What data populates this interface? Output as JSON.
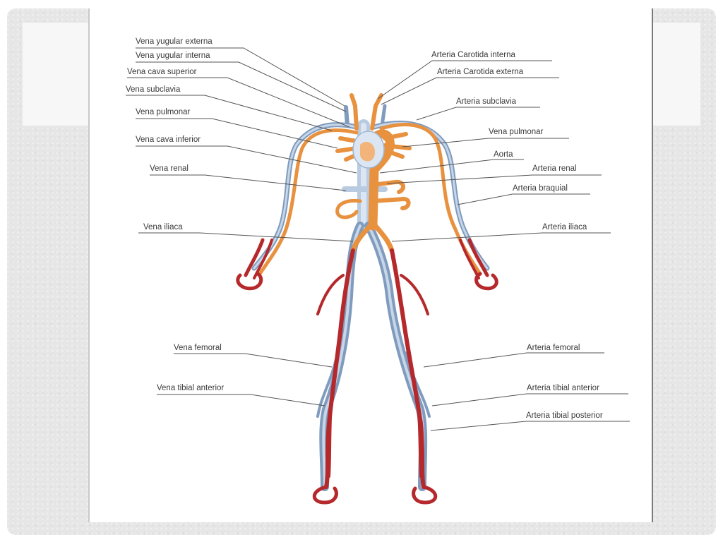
{
  "diagram": {
    "left_labels": [
      "Vena yugular externa",
      "Vena yugular interna",
      "Vena cava superior",
      "Vena subclavia",
      "Vena pulmonar",
      "Vena cava inferior",
      "Vena renal",
      "Vena iliaca",
      "Vena femoral",
      "Vena tibial anterior"
    ],
    "right_labels": [
      "Arteria Carotida interna",
      "Arteria Carotida externa",
      "Arteria subclavia",
      "Vena pulmonar",
      "Aorta",
      "Arteria renal",
      "Arteria braquial",
      "Arteria iliaca",
      "Arteria femoral",
      "Arteria tibial anterior",
      "Arteria tibial posterior"
    ],
    "colors": {
      "vein": "#7f9bbd",
      "vein_light": "#c7d6e8",
      "artery_orange": "#e8913f",
      "artery_red": "#b5282b",
      "leader": "#555555"
    }
  }
}
